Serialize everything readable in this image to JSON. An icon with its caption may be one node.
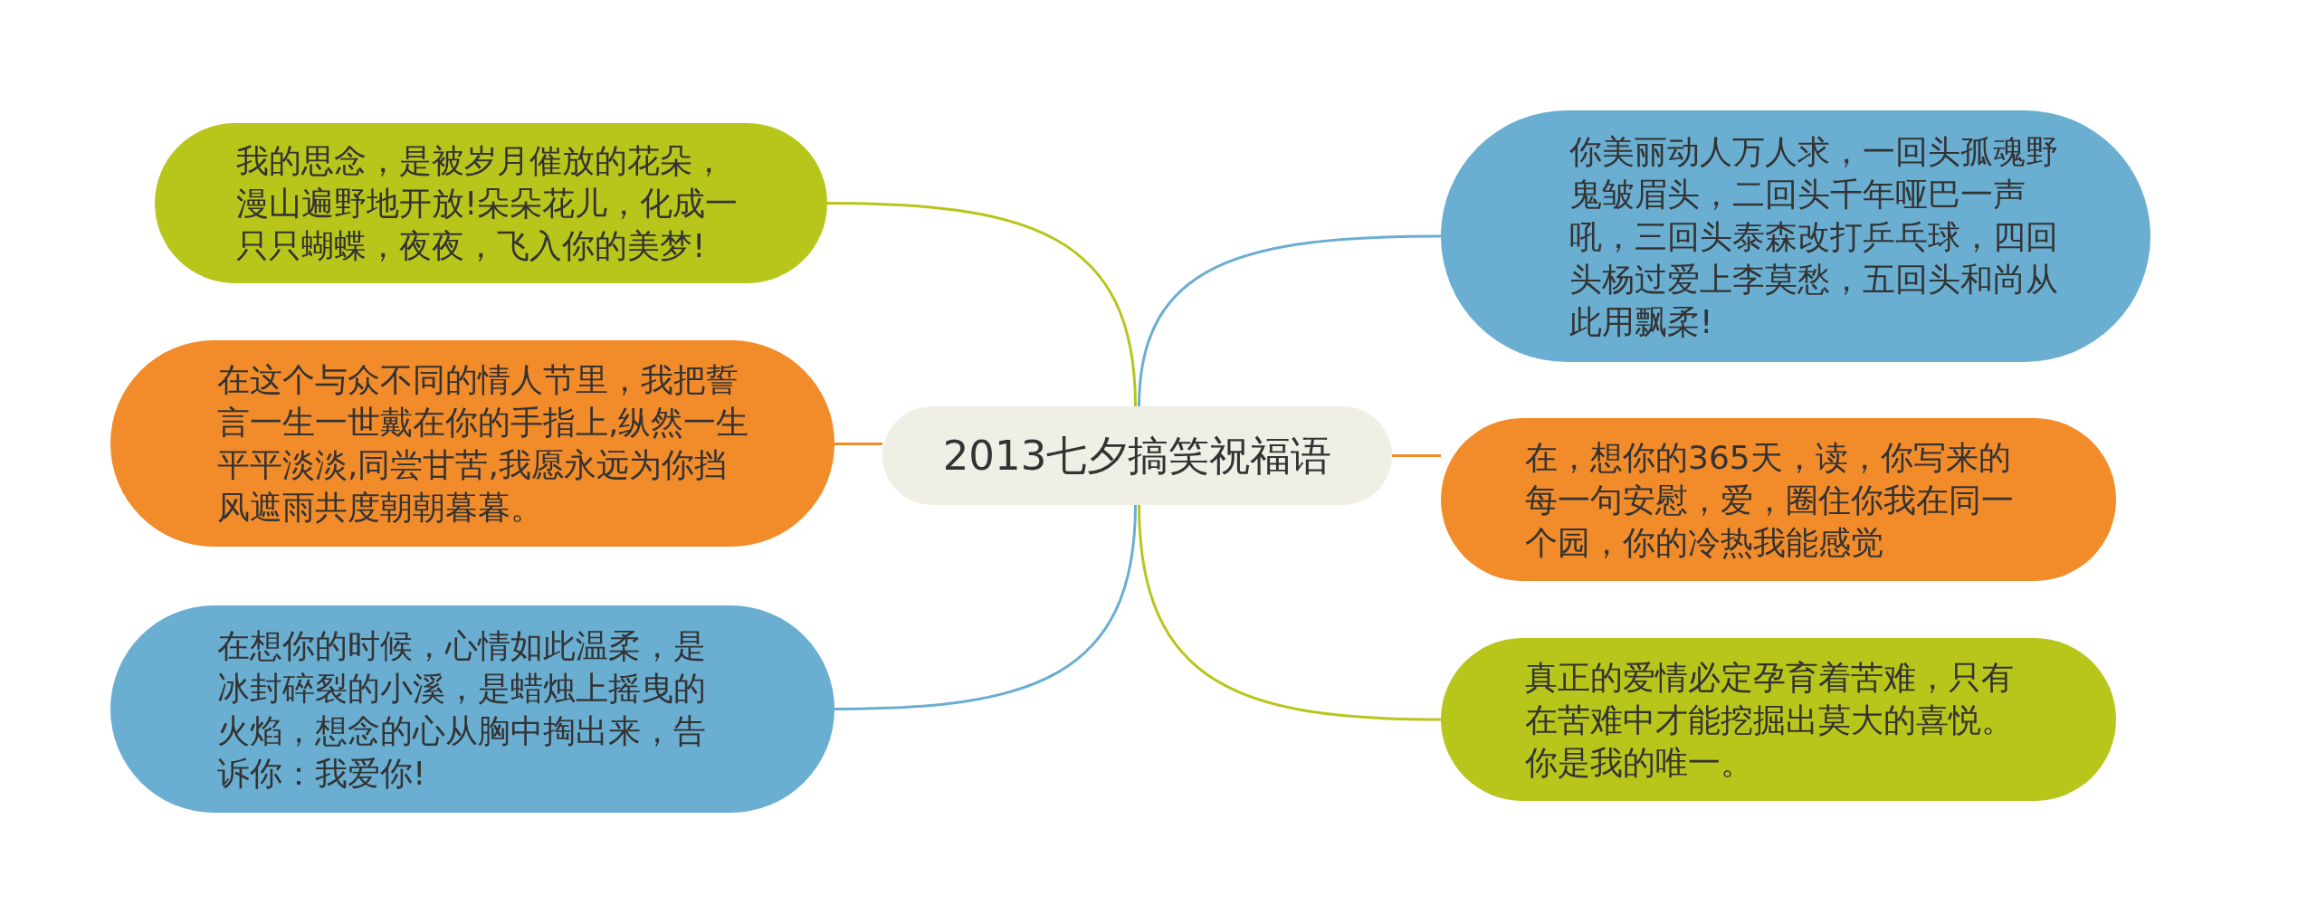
{
  "diagram": {
    "nodes": [
      {
        "text": [
          "2013七夕搞笑祝福语"
        ]
      },
      {
        "text": [
          "我的思念，是被岁月催放的花朵，漫山遍野地开放!朵朵花儿，化成一只只蝴蝶，夜夜，飞入你的美梦!"
        ]
      },
      {
        "text": [
          "在这个与众不同的情人节里，我把誓言一生一世戴在你的手指上,纵然一生平平淡淡,同尝甘苦,我愿永远为你挡风遮雨共度朝朝暮暮。"
        ]
      },
      {
        "text": [
          "在想你的时候，心情如此温柔，是冰封碎裂的小溪，是蜡烛上摇曳的火焰，想念的心从胸中掏出来，告诉你：我爱你!"
        ]
      },
      {
        "text": [
          "你美丽动人万人求，一回头孤魂野鬼皱眉头，二回头千年哑巴一声吼，三回头泰森改打乒乓球，四回头杨过爱上李莫愁，五回头和尚从此用飘柔!"
        ]
      },
      {
        "text": [
          "在，想你的365天，读，你写来的每一句安慰，爱，圈住你我在同一个园，你的冷热我能感觉"
        ]
      },
      {
        "text": [
          "真正的爱情必定孕育着苦难，只有在苦难中才能挖掘出莫大的喜悦。你是我的唯一。"
        ]
      }
    ],
    "edges": [
      {
        "from": 0,
        "to": 1,
        "arrow": "none",
        "color": "#b8c51a"
      },
      {
        "from": 0,
        "to": 2,
        "arrow": "none",
        "color": "#f28b2a"
      },
      {
        "from": 0,
        "to": 3,
        "arrow": "none",
        "color": "#6aaed1"
      },
      {
        "from": 0,
        "to": 4,
        "arrow": "none",
        "color": "#6aaed1"
      },
      {
        "from": 0,
        "to": 5,
        "arrow": "none",
        "color": "#f28b2a"
      },
      {
        "from": 0,
        "to": 6,
        "arrow": "none",
        "color": "#b8c51a"
      }
    ]
  }
}
